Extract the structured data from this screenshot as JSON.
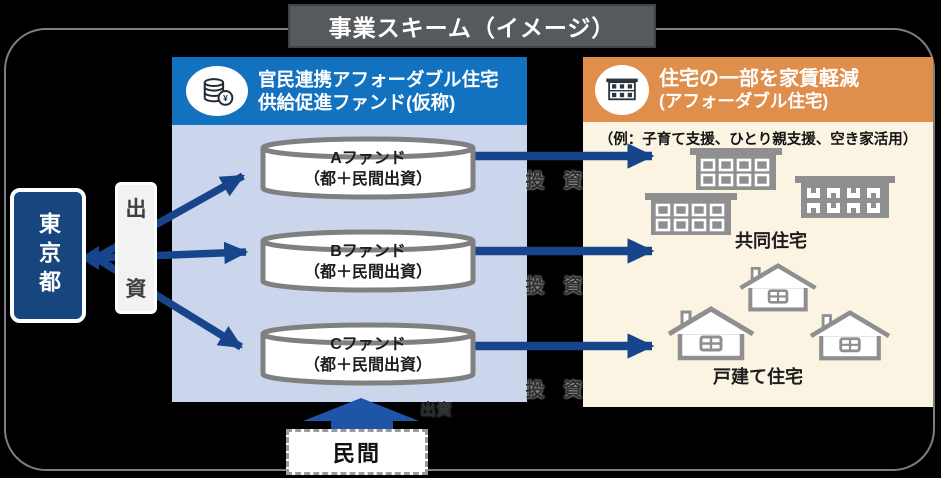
{
  "title": "事業スキーム（イメージ）",
  "tokyo": {
    "label": "東京都"
  },
  "shusshi": {
    "chars": [
      "出",
      "資"
    ]
  },
  "fund_panel": {
    "header": "官民連携アフォーダブル住宅供給促進ファンド(仮称)",
    "funds": [
      {
        "name": "Aファンド",
        "detail": "（都＋民間出資）"
      },
      {
        "name": "Bファンド",
        "detail": "（都＋民間出資）"
      },
      {
        "name": "Cファンド",
        "detail": "（都＋民間出資）"
      }
    ]
  },
  "flows": {
    "invest_label": "投　資",
    "private_invest_label": "出資"
  },
  "housing_panel": {
    "header_line1": "住宅の一部を家賃軽減",
    "header_line2": "(アフォーダブル住宅)",
    "note": "（例：子育て支援、ひとり親支援、空き家活用）",
    "apartments_label": "共同住宅",
    "houses_label": "戸建て住宅"
  },
  "private_box": {
    "label": "民間"
  },
  "icons": {
    "fund_header": "coins-icon",
    "housing_header": "building-icon",
    "apartments": "apartment-icon",
    "houses": "house-icon"
  },
  "colors": {
    "fund_header_blue": "#1272BF",
    "fund_panel_blue": "#CBD6EC",
    "housing_header_orange": "#DF8E4B",
    "housing_panel_cream": "#FBF4E2",
    "tokyo_navy": "#17457E",
    "arrow_navy": "#17458C",
    "up_arrow_blue": "#1E55A8",
    "title_gray": "#56595D",
    "building_gray": "#8F8F8F"
  }
}
